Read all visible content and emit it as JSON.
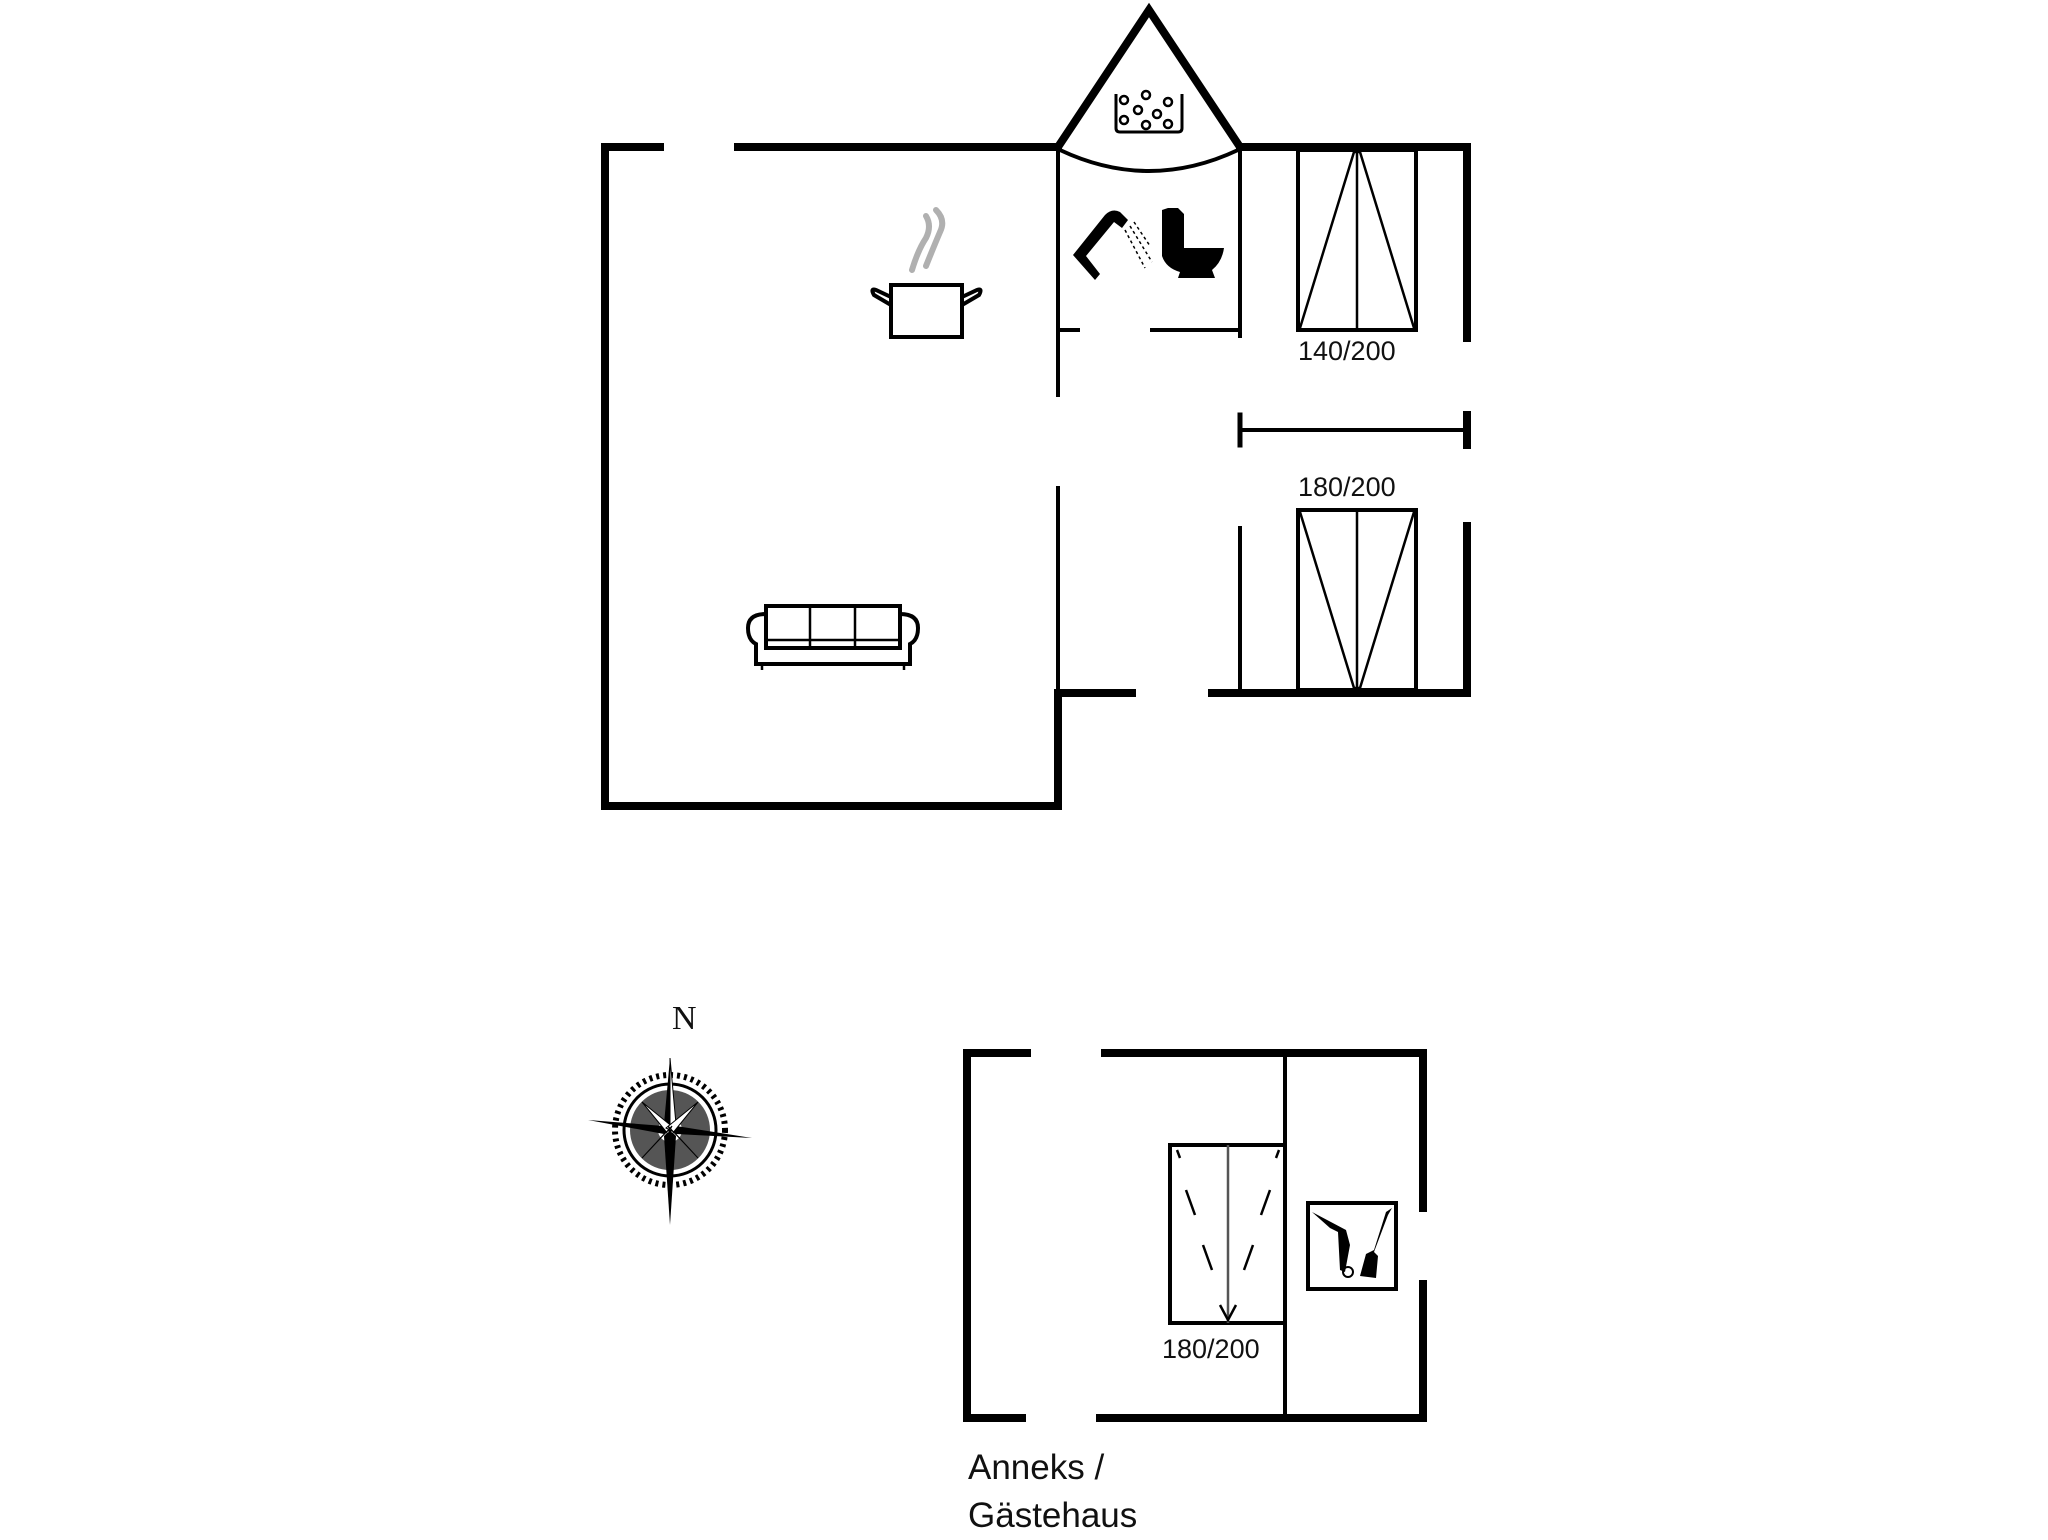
{
  "floorplan": {
    "main_house": {
      "rooms": [
        {
          "name": "kitchen-living",
          "icons": [
            "cooking-pot-icon",
            "sofa-icon"
          ]
        },
        {
          "name": "bathroom",
          "icons": [
            "spa-bath-icon",
            "shower-icon",
            "toilet-icon"
          ]
        },
        {
          "name": "bedroom-1",
          "bed_label": "140/200"
        },
        {
          "name": "bedroom-2",
          "bed_label": "180/200"
        }
      ]
    },
    "annex": {
      "title_line1": "Anneks /",
      "title_line2": "Gästehaus",
      "bed_label": "180/200",
      "icons": [
        "storage-tools-icon"
      ]
    },
    "compass": {
      "north_label": "N"
    }
  },
  "colors": {
    "wall": "#000000",
    "steam": "#b0b0b0",
    "background": "#ffffff"
  }
}
